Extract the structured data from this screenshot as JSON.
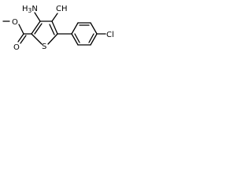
{
  "molecule": {
    "atoms": {
      "amino": {
        "main": "H",
        "count": "3",
        "tail": "N"
      },
      "methyl": "CH",
      "carbonyl_o": "O",
      "ester_o": "O",
      "thiophene_s": "S",
      "chlorine": "Cl"
    }
  },
  "colors": {
    "bond": "#000000",
    "label": "#000000",
    "background": "#ffffff"
  }
}
